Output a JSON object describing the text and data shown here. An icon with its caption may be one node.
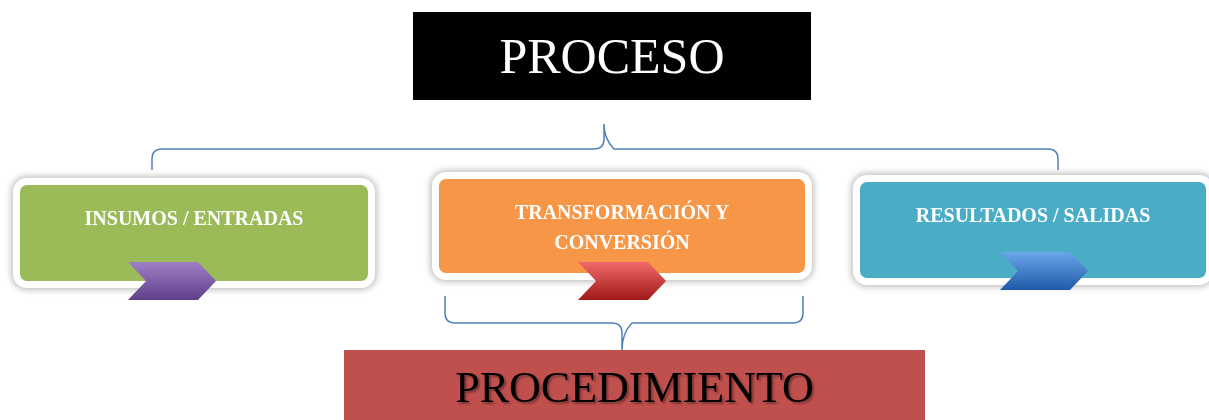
{
  "diagram": {
    "nodes": [
      {
        "text": [
          "PROCESO"
        ]
      },
      {
        "text": [
          "INSUMOS / ENTRADAS"
        ]
      },
      {
        "text": [
          "TRANSFORMACIÓN Y CONVERSIÓN"
        ]
      },
      {
        "text": [
          "RESULTADOS / SALIDAS"
        ]
      },
      {
        "text": [
          "PROCEDIMIENTO"
        ]
      }
    ]
  }
}
